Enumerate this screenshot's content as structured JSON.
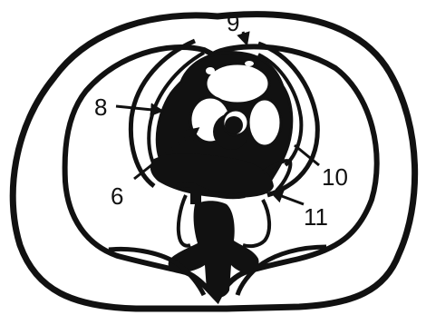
{
  "labels": {
    "l9": "9",
    "l8": "8",
    "l6": "6",
    "l10": "10",
    "l11": "11"
  },
  "colors": {
    "ink": "#111111",
    "background": "#ffffff"
  }
}
